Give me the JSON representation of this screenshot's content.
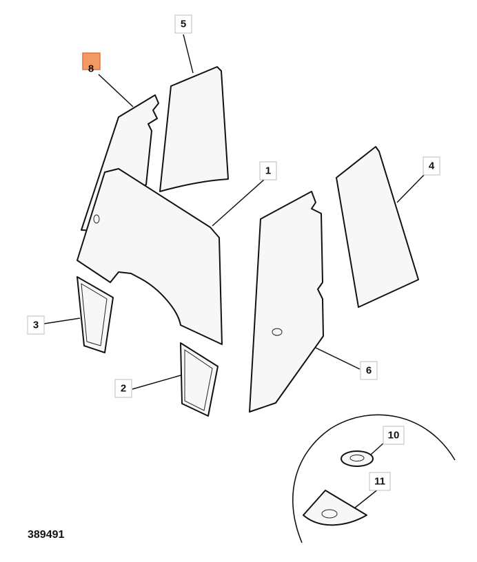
{
  "diagram": {
    "drawing_number": "389491",
    "callouts": {
      "c1": "1",
      "c2": "2",
      "c3": "3",
      "c4": "4",
      "c5": "5",
      "c6": "6",
      "c8": "8",
      "c10": "10",
      "c11": "11"
    },
    "highlight_color": "#f39a63",
    "highlighted_callout": "8"
  }
}
